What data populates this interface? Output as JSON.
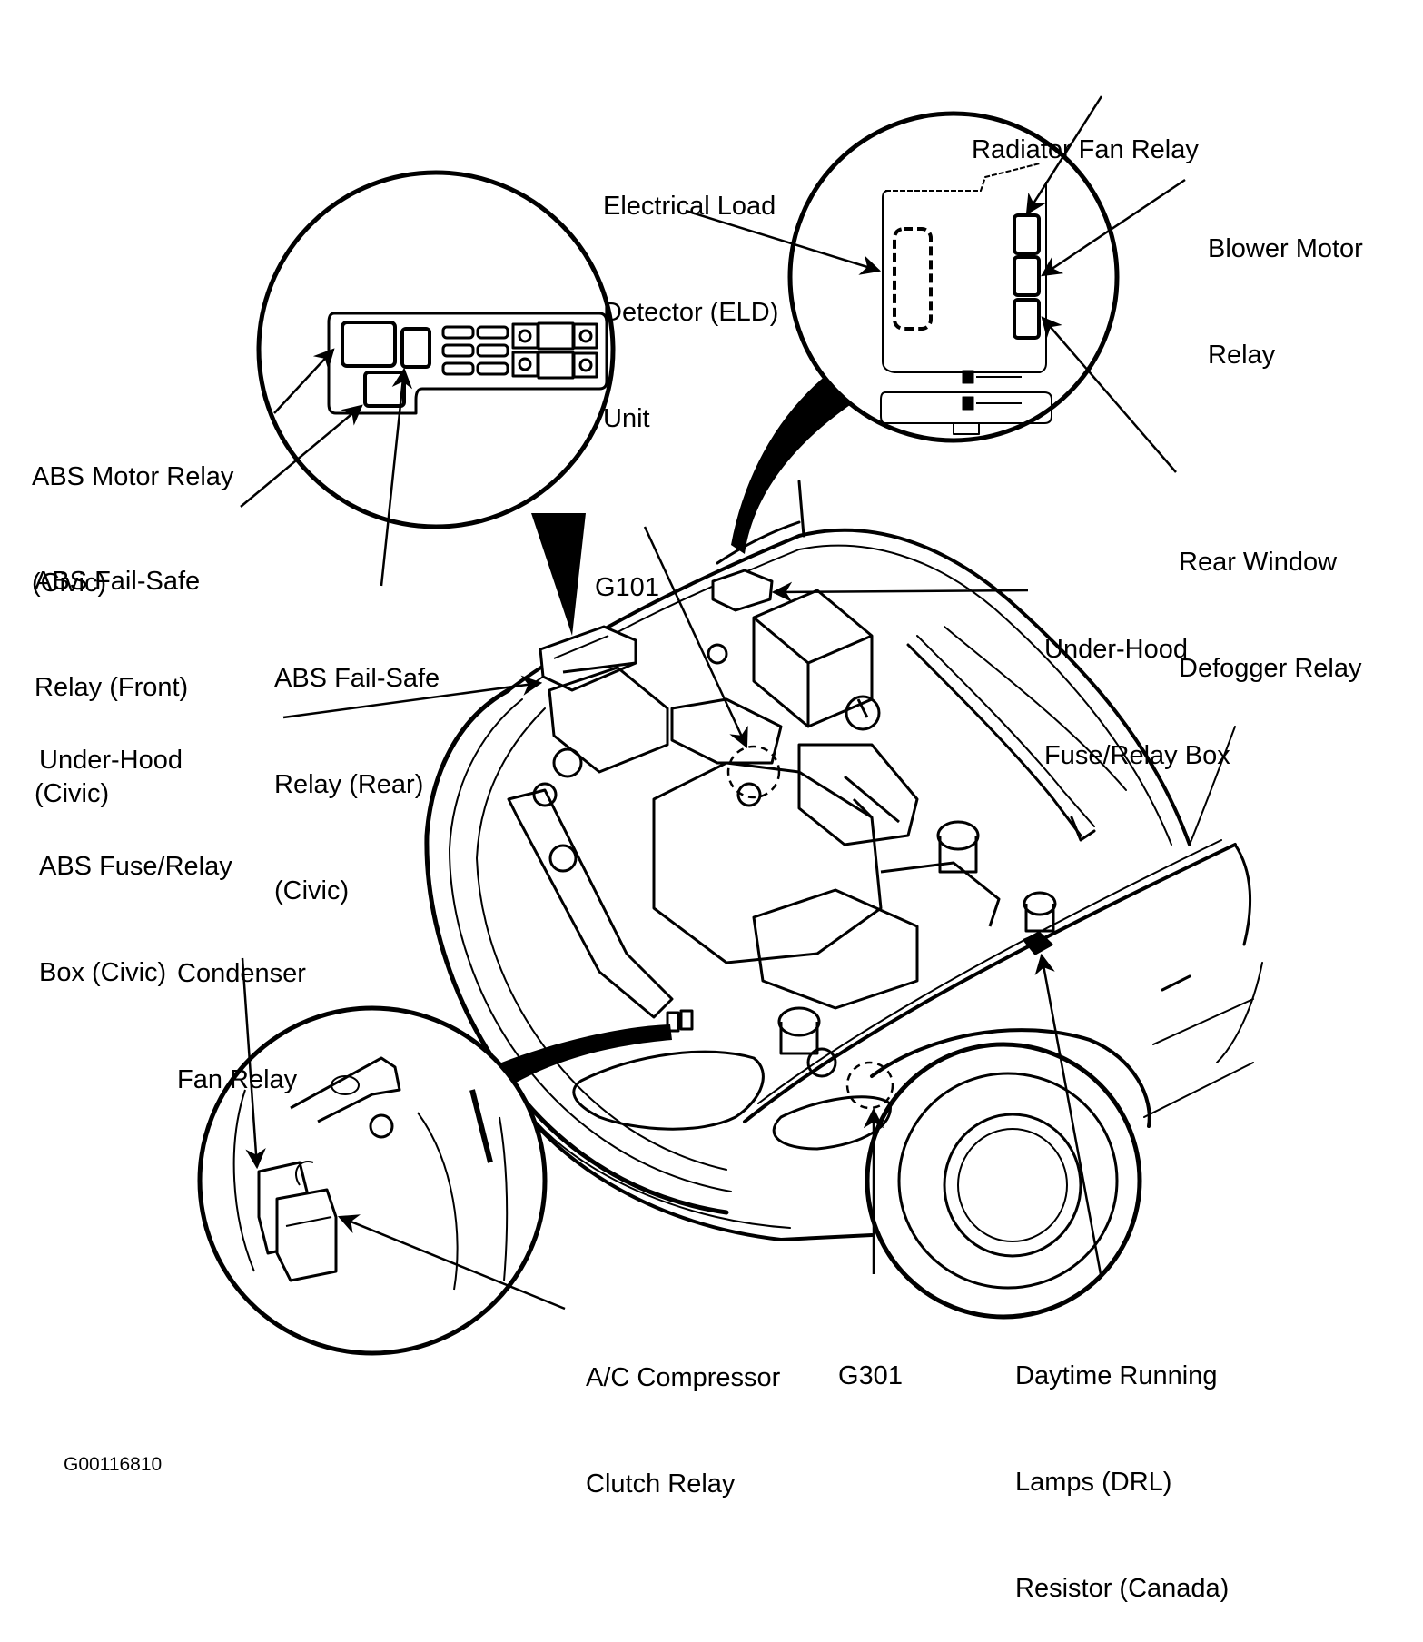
{
  "figure_id": "G00116810",
  "colors": {
    "ink": "#000000",
    "paper": "#ffffff"
  },
  "labels": {
    "radiator_fan_relay": [
      "Radiator Fan Relay"
    ],
    "eld_unit": [
      "Electrical Load",
      "Detector (ELD)",
      "Unit"
    ],
    "blower_motor_relay": [
      "Blower Motor",
      "Relay"
    ],
    "rear_window_defogger_relay": [
      "Rear Window",
      "Defogger Relay"
    ],
    "abs_motor_relay": [
      "ABS Motor Relay",
      "(Civic)"
    ],
    "abs_failsafe_front": [
      "ABS Fail-Safe",
      "Relay (Front)",
      "(Civic)"
    ],
    "abs_failsafe_rear": [
      "ABS Fail-Safe",
      "Relay (Rear)",
      "(Civic)"
    ],
    "g101": [
      "G101"
    ],
    "underhood_fuse_relay_box": [
      "Under-Hood",
      "Fuse/Relay Box"
    ],
    "underhood_abs_fuse_relay_box": [
      "Under-Hood",
      "ABS Fuse/Relay",
      "Box (Civic)"
    ],
    "condenser_fan_relay": [
      "Condenser",
      "Fan Relay"
    ],
    "ac_compressor_clutch_relay": [
      "A/C Compressor",
      "Clutch Relay"
    ],
    "g301": [
      "G301"
    ],
    "drl_resistor": [
      "Daytime Running",
      "Lamps (DRL)",
      "Resistor (Canada)"
    ]
  }
}
